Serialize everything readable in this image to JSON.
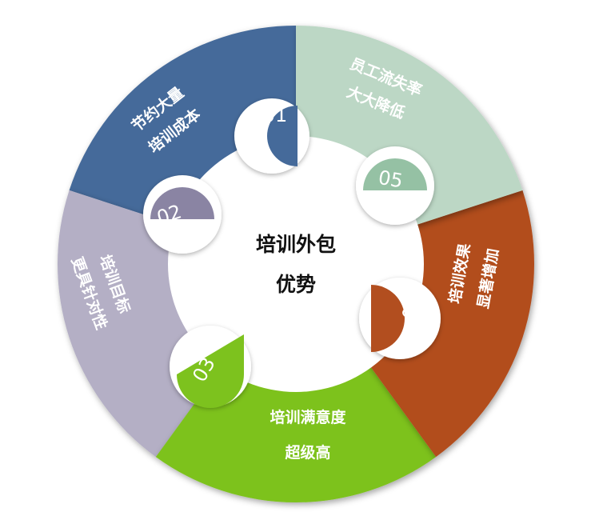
{
  "center": {
    "line1": "培训外包",
    "line2": "优势"
  },
  "segments": [
    {
      "number": "01",
      "line1": "节约大量",
      "line2": "培训成本",
      "color": "#456a9a",
      "tab_color": "#456a9a"
    },
    {
      "number": "02",
      "line1": "培训目标",
      "line2": "更具针对性",
      "color": "#b4afc5",
      "tab_color": "#8a84a3"
    },
    {
      "number": "03",
      "line1": "培训满意度",
      "line2": "超级高",
      "color": "#7dc21e",
      "tab_color": "#7dc21e"
    },
    {
      "number": "04",
      "line1": "培训效果",
      "line2": "显著增加",
      "color": "#b24e1f",
      "tab_color": "#b24e1f"
    },
    {
      "number": "05",
      "line1": "员工流失率",
      "line2": "大大降低",
      "color": "#bcd7c5",
      "tab_color": "#95c1a4"
    }
  ]
}
